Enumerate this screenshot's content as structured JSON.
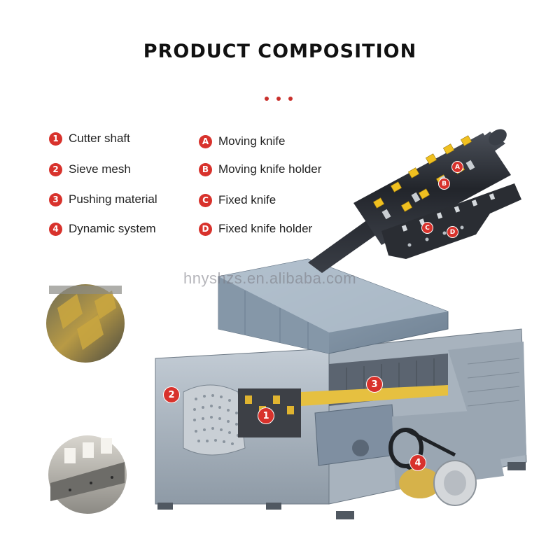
{
  "title": "PRODUCT COMPOSITION",
  "legend_left": [
    {
      "badge": "1",
      "label": "Cutter shaft"
    },
    {
      "badge": "2",
      "label": "Sieve mesh"
    },
    {
      "badge": "3",
      "label": "Pushing material"
    },
    {
      "badge": "4",
      "label": "Dynamic system"
    }
  ],
  "legend_right": [
    {
      "badge": "A",
      "label": "Moving knife"
    },
    {
      "badge": "B",
      "label": "Moving knife holder"
    },
    {
      "badge": "C",
      "label": "Fixed knife"
    },
    {
      "badge": "D",
      "label": "Fixed knife holder"
    }
  ],
  "watermark": "hnyshzs.en.alibaba.com",
  "callouts": {
    "machine": [
      "1",
      "2",
      "3",
      "4"
    ],
    "shaft": [
      "A",
      "B",
      "C",
      "D"
    ]
  },
  "colors": {
    "accent": "#d8322c",
    "machine_body": "#a9b4bf",
    "machine_dark": "#7d8a96",
    "shaft": "#2c2f36",
    "knife": "#f0c020"
  }
}
